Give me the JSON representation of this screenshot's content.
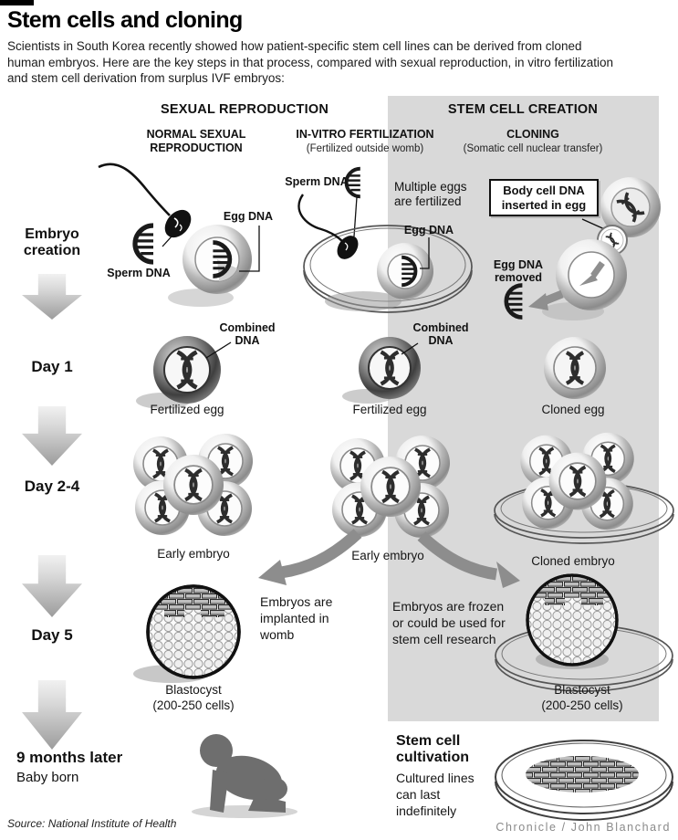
{
  "header": {
    "title": "Stem cells and cloning",
    "intro": "Scientists in South Korea recently showed how patient-specific stem cell lines can be derived from cloned human embryos. Here are the key steps in that process, compared with sexual reproduction, in vitro fertilization and stem cell derivation from surplus IVF embryos:"
  },
  "sections": {
    "left": "SEXUAL REPRODUCTION",
    "right": "STEM CELL CREATION"
  },
  "columns": {
    "normal": {
      "title": "NORMAL SEXUAL REPRODUCTION"
    },
    "ivf": {
      "title": "IN-VITRO FERTILIZATION",
      "subtitle": "(Fertilized outside womb)"
    },
    "cloning": {
      "title": "CLONING",
      "subtitle": "(Somatic cell nuclear transfer)"
    }
  },
  "timeline": {
    "embryo_creation": "Embryo creation",
    "day1": "Day 1",
    "day2_4": "Day 2-4",
    "day5": "Day 5",
    "nine_months": "9 months later",
    "baby_born": "Baby born"
  },
  "annotations": {
    "sperm_dna": "Sperm DNA",
    "egg_dna": "Egg DNA",
    "sperm_dna_ivf": "Sperm DNA",
    "egg_dna_ivf": "Egg DNA",
    "multiple_eggs": "Multiple eggs are fertilized",
    "body_cell_dna": "Body cell DNA inserted in egg",
    "egg_dna_removed": "Egg DNA removed",
    "combined_dna": "Combined DNA",
    "combined_dna_ivf": "Combined DNA"
  },
  "captions": {
    "fertilized_egg": "Fertilized egg",
    "fertilized_egg_ivf": "Fertilized egg",
    "cloned_egg": "Cloned egg",
    "early_embryo": "Early embryo",
    "early_embryo_ivf": "Early embryo",
    "cloned_embryo": "Cloned embryo",
    "blastocyst": "Blastocyst",
    "blastocyst_cells": "(200-250 cells)",
    "blastocyst_clone": "Blastocyst",
    "blastocyst_clone_cells": "(200-250 cells)"
  },
  "notes": {
    "implanted": "Embryos are implanted in womb",
    "frozen": "Embryos are frozen or could be used for stem cell research",
    "cultivation_title": "Stem cell cultivation",
    "cultivation_body": "Cultured lines can last indefinitely"
  },
  "footer": {
    "source": "Source: National Institute of Health",
    "credit": "Chronicle / John Blanchard"
  },
  "colors": {
    "panel_gray": "#d9d9d9",
    "arrow_gray": "#8d8d8d",
    "baby_gray": "#6e6e6e"
  }
}
